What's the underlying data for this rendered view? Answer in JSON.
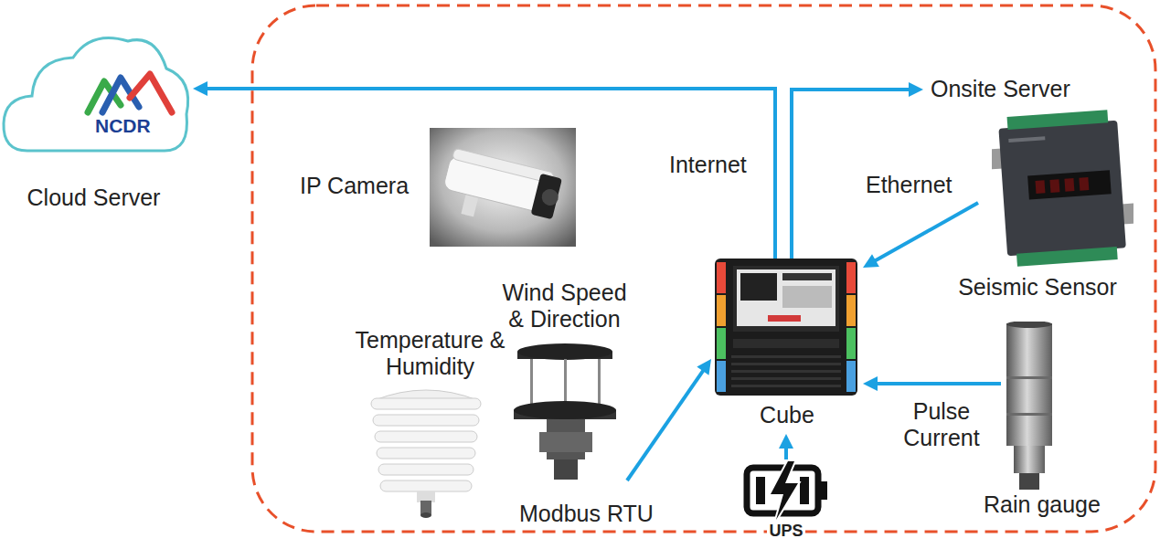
{
  "diagram": {
    "nodes": [
      {
        "text": [
          "NCDR",
          "Cloud Server"
        ]
      },
      {
        "text": [
          "IP Camera"
        ]
      },
      {
        "text": [
          "Onsite Server"
        ]
      },
      {
        "text": [
          "Seismic Sensor"
        ]
      },
      {
        "text": [
          "Temperature & Humidity"
        ]
      },
      {
        "text": [
          "Wind Speed & Direction"
        ]
      },
      {
        "text": [
          "Cube"
        ]
      },
      {
        "text": [
          "Rain gauge"
        ]
      },
      {
        "text": [
          "UPS"
        ]
      }
    ],
    "edges": [
      {
        "from": 6,
        "to": 0,
        "arrow": "to",
        "label": "Internet"
      },
      {
        "from": 6,
        "to": 2,
        "arrow": "to"
      },
      {
        "from": 3,
        "to": 6,
        "arrow": "to",
        "label": "Ethernet"
      },
      {
        "from": 5,
        "to": 6,
        "arrow": "to",
        "label": "Modbus RTU"
      },
      {
        "from": 7,
        "to": 6,
        "arrow": "to",
        "label": "Pulse Current"
      },
      {
        "from": 8,
        "to": 6,
        "arrow": "to"
      }
    ]
  }
}
